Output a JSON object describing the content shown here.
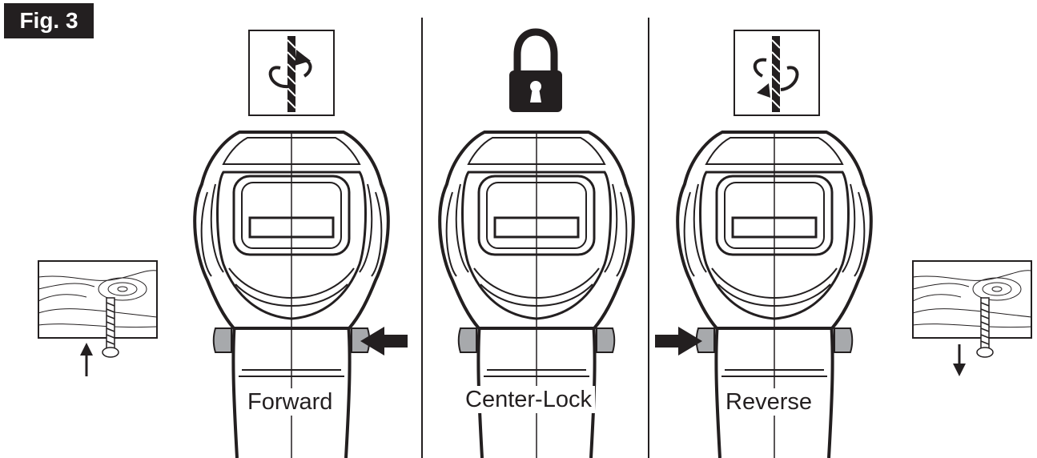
{
  "figure": {
    "label": "Fig. 3"
  },
  "panels": {
    "forward": {
      "caption": "Forward"
    },
    "center": {
      "caption": "Center-Lock"
    },
    "reverse": {
      "caption": "Reverse"
    }
  },
  "icons": {
    "forward": "clockwise-rotation-icon",
    "center": "padlock-icon",
    "reverse": "counterclockwise-rotation-icon",
    "left_screw": "screw-into-wood-icon",
    "right_screw": "screw-out-of-wood-icon"
  },
  "colors": {
    "ink": "#231f20",
    "button": "#a7a9ac"
  }
}
